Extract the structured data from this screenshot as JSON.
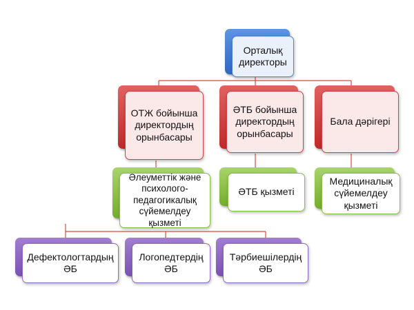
{
  "diagram": {
    "root": {
      "label": "Орталық\nдиректоры",
      "color": "blue"
    },
    "level1": [
      {
        "label": "ОТЖ бойынша\nдиректордың\nорынбасары",
        "color": "red"
      },
      {
        "label": "ӘТБ бойынша\nдиректордың\nорынбасары",
        "color": "red"
      },
      {
        "label": "Бала дәрігері",
        "color": "red"
      }
    ],
    "level2": [
      {
        "label": "Әлеуметтік және\nпсихолого-\nпедагогикалық\nсүйемелдеу\nқызметі",
        "color": "green"
      },
      {
        "label": "ӘТБ қызметі",
        "color": "green"
      },
      {
        "label": "Медициналық\nсүйемелдеу\nқызметі",
        "color": "green"
      }
    ],
    "level3": [
      {
        "label": "Дефектологтардың\nӘБ",
        "color": "purple"
      },
      {
        "label": "Логопедтердің\nӘБ",
        "color": "purple"
      },
      {
        "label": "Тәрбиешілердің\nӘБ",
        "color": "purple"
      }
    ],
    "connector_color": "#d94a3a"
  }
}
